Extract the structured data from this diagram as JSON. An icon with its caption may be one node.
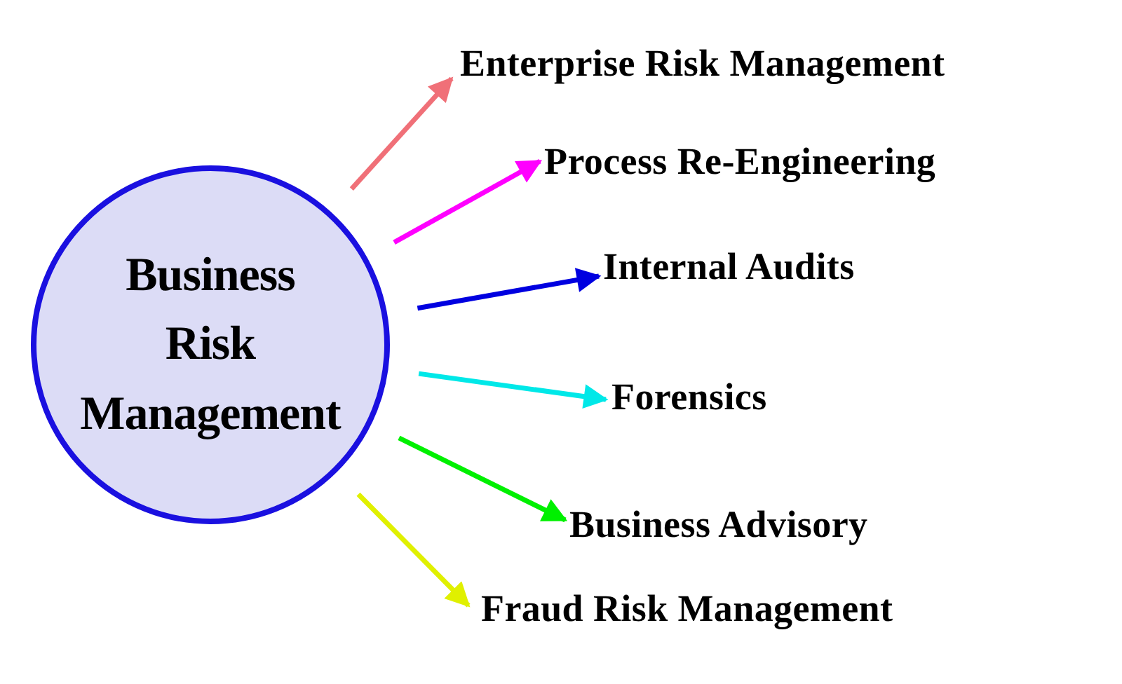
{
  "diagram": {
    "nodes": [
      {
        "text": [
          "Business Risk Management"
        ]
      },
      {
        "text": [
          "Enterprise Risk Management"
        ]
      },
      {
        "text": [
          "Process Re-Engineering"
        ]
      },
      {
        "text": [
          "Internal Audits"
        ]
      },
      {
        "text": [
          "Forensics"
        ]
      },
      {
        "text": [
          "Business Advisory"
        ]
      },
      {
        "text": [
          "Fraud Risk Management"
        ]
      }
    ],
    "edges": [
      {
        "from": 0,
        "to": 1,
        "arrow": "to",
        "color": "#f07078"
      },
      {
        "from": 0,
        "to": 2,
        "arrow": "to",
        "color": "#ff00ff"
      },
      {
        "from": 0,
        "to": 3,
        "arrow": "to",
        "color": "#0000e0"
      },
      {
        "from": 0,
        "to": 4,
        "arrow": "to",
        "color": "#00e8e8"
      },
      {
        "from": 0,
        "to": 5,
        "arrow": "to",
        "color": "#00f000"
      },
      {
        "from": 0,
        "to": 6,
        "arrow": "to",
        "color": "#e0f000"
      }
    ]
  }
}
